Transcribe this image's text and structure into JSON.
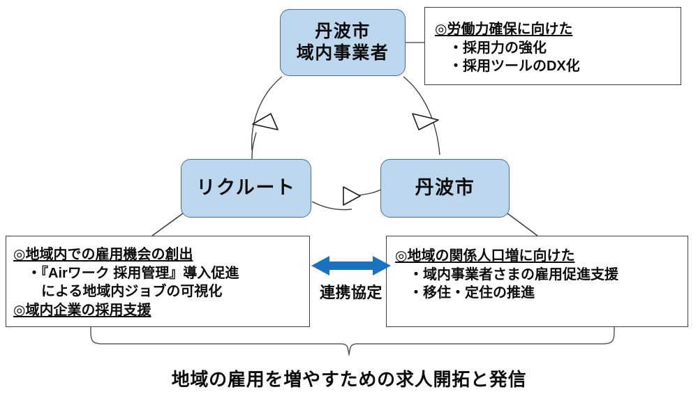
{
  "diagram": {
    "nodes": [
      {
        "id": "tamba-city-businesses",
        "lines": [
          "丹波市",
          "域内事業者"
        ]
      },
      {
        "id": "recruit",
        "lines": [
          "リクルート"
        ]
      },
      {
        "id": "tamba-city",
        "lines": [
          "丹波市"
        ]
      }
    ],
    "callouts": {
      "top_right": {
        "heading": "◎労働力確保に向けた",
        "items": [
          "・採用力の強化",
          "・採用ツールのDX化"
        ]
      },
      "bottom_left": {
        "heading1": "◎地域内での雇用機会の創出",
        "item1": "・『Airワーク 採用管理』導入促進",
        "item1_cont": "による地域内ジョブの可視化",
        "heading2": "◎域内企業の採用支援"
      },
      "bottom_right": {
        "heading": "◎地域の関係人口増に向けた",
        "items": [
          "・域内事業者さまの雇用促進支援",
          "・移住・定住の推進"
        ]
      }
    },
    "link": {
      "label": "連携協定",
      "arrow_icon": "double-arrow-horizontal-icon",
      "arrow_color": "#1a73c0"
    },
    "bottom_caption": "地域の雇用を増やすための求人開拓と発信",
    "colors": {
      "node_fill": "#bdd7ee",
      "node_border": "#41709c",
      "callout_border": "#3f3f3f",
      "text": "#0c0c0c",
      "arrow_blue": "#1a73c0",
      "connector": "#595959"
    }
  }
}
